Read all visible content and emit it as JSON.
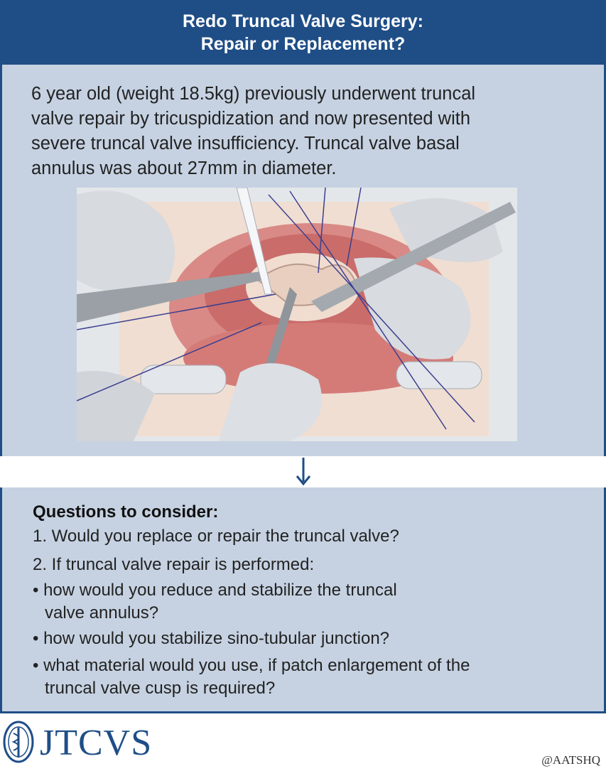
{
  "header": {
    "title_line1": "Redo Truncal Valve Surgery:",
    "title_line2": "Repair or Replacement?"
  },
  "case": {
    "line1": "6 year old (weight 18.5kg) previously underwent truncal",
    "line2": "valve repair by tricuspidization and now presented with",
    "line3": "severe truncal valve insufficiency. Truncal valve basal",
    "line4": "annulus was about 27mm in diameter."
  },
  "questions": {
    "title": "Questions to consider:",
    "q1": "1. Would you replace or repair the truncal valve?",
    "q2": "2. If truncal valve repair is performed:",
    "b1_line1": "• how would you reduce and stabilize the truncal",
    "b1_line2": "valve annulus?",
    "b2": "• how would you stabilize sino-tubular junction?",
    "b3_line1": "• what material would you use, if patch enlargement of the",
    "b3_line2": "truncal valve cusp is required?"
  },
  "footer": {
    "logo": "JTCVS",
    "handle": "@AATSHQ"
  },
  "colors": {
    "navy": "#1f4e87",
    "panel": "#c6d2e2"
  }
}
